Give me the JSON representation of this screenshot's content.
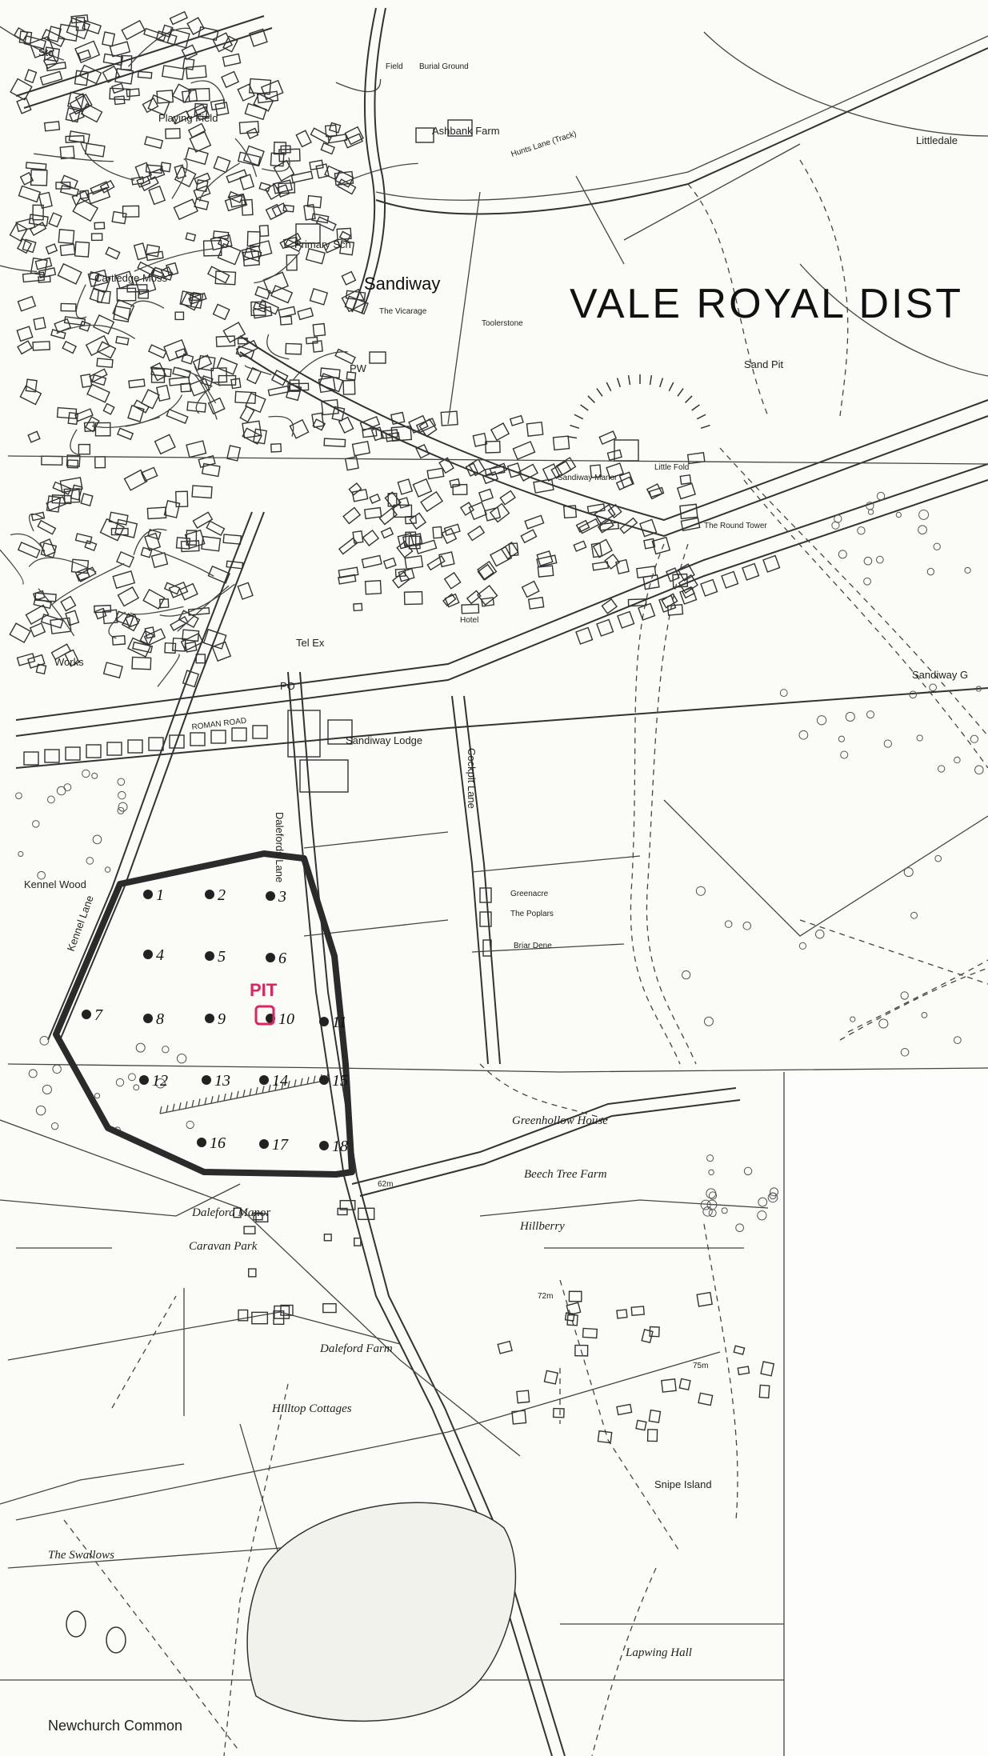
{
  "district_label": "VALE ROYAL DIST",
  "place_labels": {
    "sta": "Sta",
    "playing_field": "Playing Field",
    "field": "Field",
    "burial_ground": "Burial Ground",
    "ashbank_farm": "Ashbank Farm",
    "hunts_lane": "Hunts Lane (Track)",
    "littledale": "Littledale",
    "primary_sch": "Primary Sch",
    "cartledge_moss": "Cartledge Moss",
    "sandiway": "Sandiway",
    "the_vicarage": "The Vicarage",
    "toolerstone": "Toolerstone",
    "sand_pit": "Sand Pit",
    "pw": "PW",
    "sandiway_manor": "Sandiway Manor",
    "little_fold": "Little Fold",
    "round_tower": "The Round Tower",
    "hotel": "Hotel",
    "tel_ex": "Tel Ex",
    "works": "Works",
    "po": "PO",
    "roman_road": "ROMAN ROAD",
    "sandiway_lodge": "Sandiway Lodge",
    "cockpit_lane": "Cockpit Lane",
    "dalefords_lane": "Dalefords Lane",
    "kennel_lane": "Kennel Lane",
    "kennel_wood": "Kennel Wood",
    "greenacre": "Greenacre",
    "the_poplars": "The Poplars",
    "briar_dene": "Briar Dene",
    "sandiway_g": "Sandiway G",
    "greenhollow_house": "Greenhollow House",
    "beech_tree_farm": "Beech Tree Farm",
    "hillberry": "Hillberry",
    "daleford_manor": "Daleford Manor",
    "caravan_park": "Caravan Park",
    "daleford_farm": "Daleford Farm",
    "hilltop_cottages": "Hilltop Cottages",
    "snipe_island": "Snipe Island",
    "the_swallows": "The Swallows",
    "lapwing_hall": "Lapwing Hall",
    "newchurch_common": "Newchurch Common",
    "spot_62m": "62m",
    "spot_72m": "72m",
    "spot_75m": "75m"
  },
  "annotation": {
    "pit_label": "PIT",
    "pit_color": "#e0245e"
  },
  "boundary_color": "#2b2b2b",
  "holes": [
    {
      "label": "1"
    },
    {
      "label": "2"
    },
    {
      "label": "3"
    },
    {
      "label": "4"
    },
    {
      "label": "5"
    },
    {
      "label": "6"
    },
    {
      "label": "7"
    },
    {
      "label": "8"
    },
    {
      "label": "9"
    },
    {
      "label": "10"
    },
    {
      "label": "11"
    },
    {
      "label": "12"
    },
    {
      "label": "13"
    },
    {
      "label": "14"
    },
    {
      "label": "15"
    },
    {
      "label": "16"
    },
    {
      "label": "17"
    },
    {
      "label": "18"
    }
  ]
}
